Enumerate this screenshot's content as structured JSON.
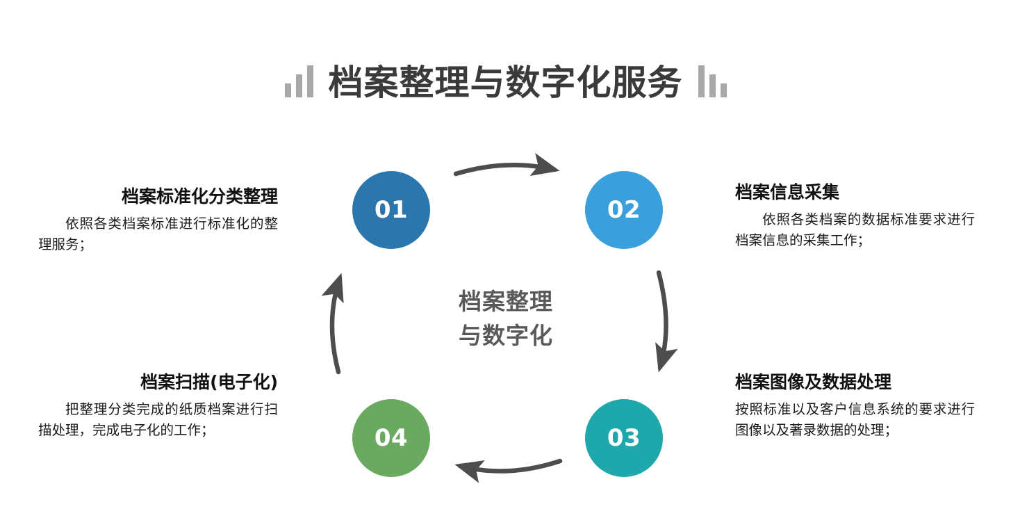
{
  "title": {
    "text": "档案整理与数字化服务",
    "left_decoration": "ascending-bars-icon",
    "right_decoration": "descending-bars-icon"
  },
  "center": {
    "line1": "档案整理",
    "line2": "与数字化"
  },
  "colors": {
    "background": "#ffffff",
    "title": "#3a3a3a",
    "center_label": "#595959",
    "decoration_bars": "#a8a8a8",
    "arrow": "#4d4d4d",
    "step_01": "#2a76ad",
    "step_02": "#3b9fdb",
    "step_03": "#1ea8ab",
    "step_04": "#6aa95f",
    "heading": "#111111",
    "body": "#1a1a1a"
  },
  "steps": [
    {
      "number": "01",
      "heading": "档案标准化分类整理",
      "body": "依照各类档案标准进行标准化的整理服务；",
      "color": "#2a76ad",
      "side": "left"
    },
    {
      "number": "02",
      "heading": "档案信息采集",
      "body": "依照各类档案的数据标准要求进行档案信息的采集工作；",
      "color": "#3b9fdb",
      "side": "right"
    },
    {
      "number": "03",
      "heading": "档案图像及数据处理",
      "body": "按照标准以及客户信息系统的要求进行图像以及著录数据的处理；",
      "color": "#1ea8ab",
      "side": "right"
    },
    {
      "number": "04",
      "heading": "档案扫描(电子化)",
      "body": "把整理分类完成的纸质档案进行扫描处理，完成电子化的工作；",
      "color": "#6aa95f",
      "side": "left"
    }
  ],
  "arrows": [
    {
      "name": "arrow-01-to-02",
      "direction": "right"
    },
    {
      "name": "arrow-02-to-03",
      "direction": "down"
    },
    {
      "name": "arrow-03-to-04",
      "direction": "left"
    },
    {
      "name": "arrow-04-to-01",
      "direction": "up"
    }
  ]
}
